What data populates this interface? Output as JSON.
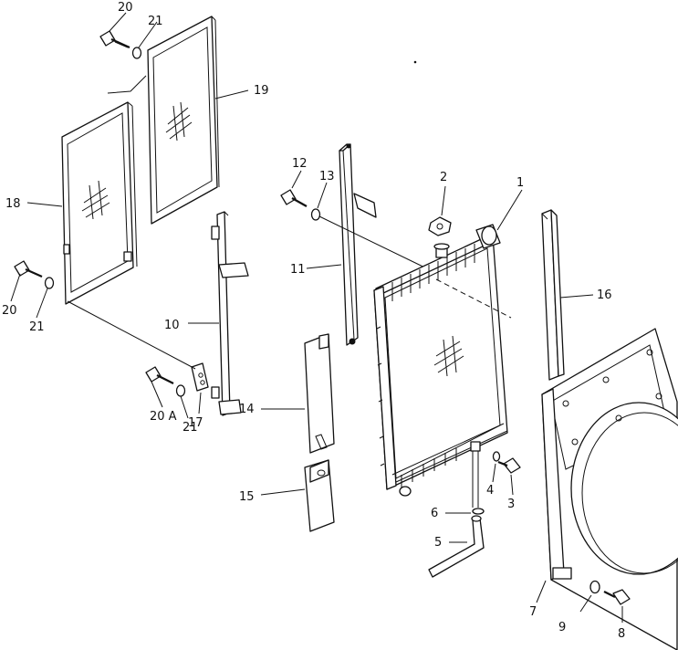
{
  "callouts": {
    "c1": "1",
    "c2": "2",
    "c3": "3",
    "c4": "4",
    "c5": "5",
    "c6": "6",
    "c7": "7",
    "c8": "8",
    "c9": "9",
    "c10": "10",
    "c11": "11",
    "c12": "12",
    "c13": "13",
    "c14": "14",
    "c15": "15",
    "c16": "16",
    "c17": "17",
    "c18": "18",
    "c19": "19",
    "c20_top": "20",
    "c21_top": "21",
    "c20_left": "20",
    "c21_left": "21",
    "c20a": "20 A",
    "c21_mid": "21"
  }
}
